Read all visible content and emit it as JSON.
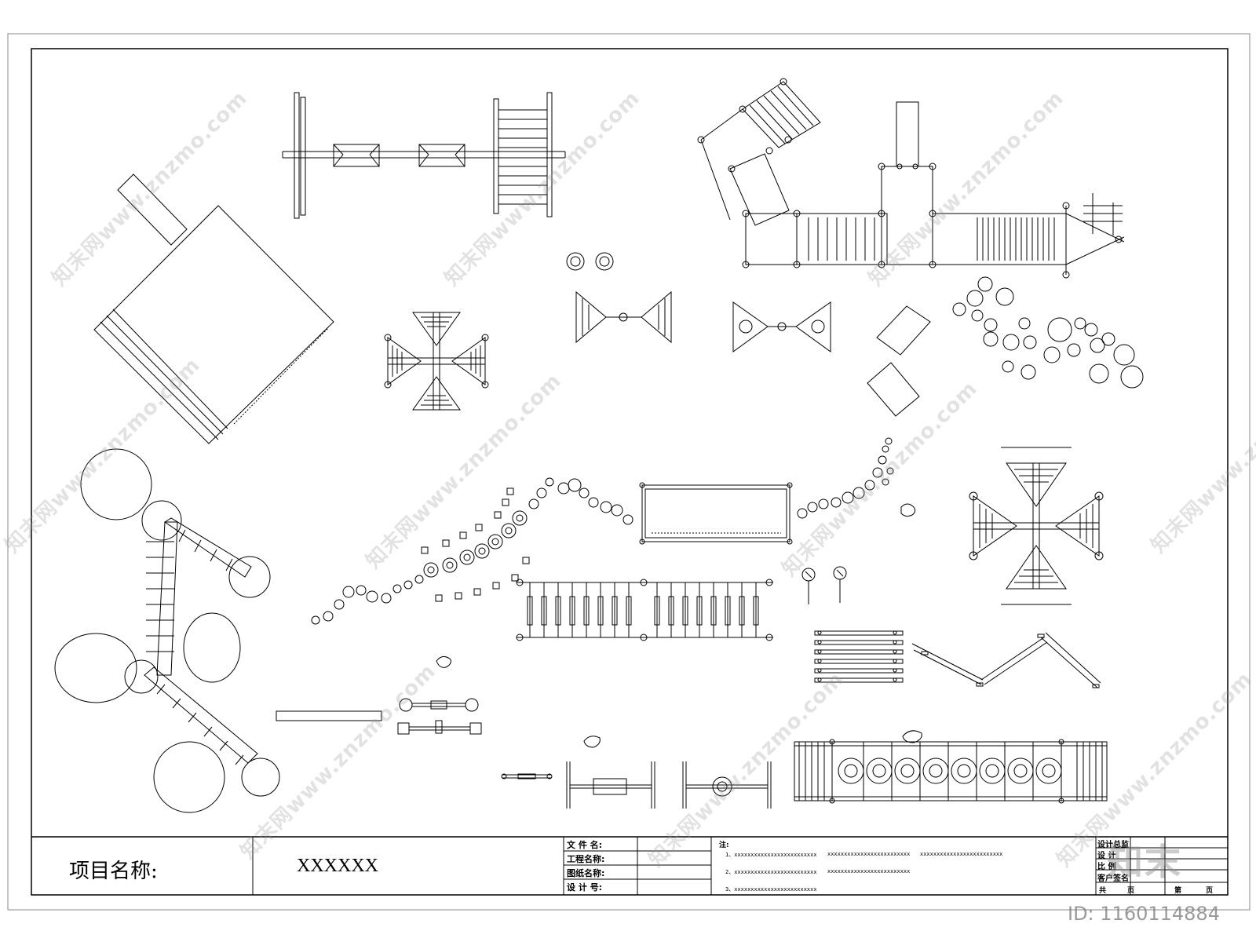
{
  "drawing": {
    "line_color": "#000000",
    "background": "#ffffff",
    "equipment_icons": [
      "slide-tower-icon",
      "balance-beam-icon",
      "ladder-icon",
      "cross-climber-icon",
      "tire-icon",
      "stepping-stone-icon",
      "log-bridge-icon",
      "spring-rider-icon",
      "seesaw-icon",
      "horizontal-bar-icon",
      "tire-bridge-icon",
      "suspension-bridge-icon",
      "combination-play-structure-icon"
    ]
  },
  "title_block": {
    "project_label": "项目名称:",
    "project_value": "XXXXXX",
    "file_name_label": "文 件 名:",
    "project_name_label": "工程名称:",
    "drawing_name_label": "图纸名称:",
    "design_no_label": "设 计 号:",
    "notes_label": "注:",
    "note_1a": "1、xxxxxxxxxxxxxxxxxxxxxxxxx",
    "note_1b": "xxxxxxxxxxxxxxxxxxxxxxxxx",
    "note_1c": "xxxxxxxxxxxxxxxxxxxxxxxxx",
    "note_2a": "2、xxxxxxxxxxxxxxxxxxxxxxxxx",
    "note_2b": "xxxxxxxxxxxxxxxxxxxxxxxxx",
    "note_3": "3、xxxxxxxxxxxxxxxxxxxxxxxxx",
    "design_director_label": "设计总监",
    "designer_label": "设    计",
    "scale_label": "比    例",
    "client_sign_label": "客户签名",
    "total_pages_label": "共",
    "page_unit_label": "页",
    "page_no_label": "第",
    "page_unit_label_2": "页"
  },
  "watermarks": {
    "text": "知末网www.znzmo.com",
    "brand": "知末",
    "image_id": "ID: 1160114884"
  }
}
